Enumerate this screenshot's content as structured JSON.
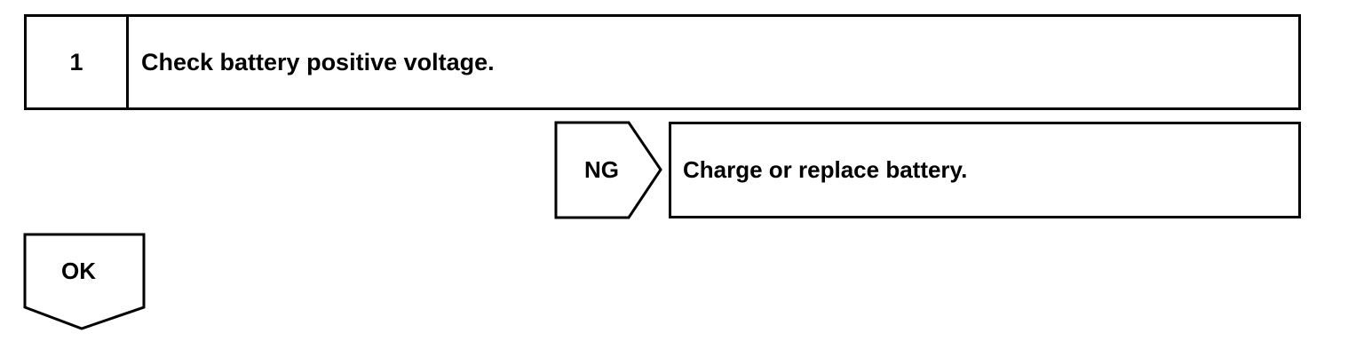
{
  "step": {
    "number": "1",
    "text": "Check battery positive voltage."
  },
  "ng_branch": {
    "label": "NG",
    "action": "Charge or replace battery."
  },
  "ok_branch": {
    "label": "OK"
  }
}
